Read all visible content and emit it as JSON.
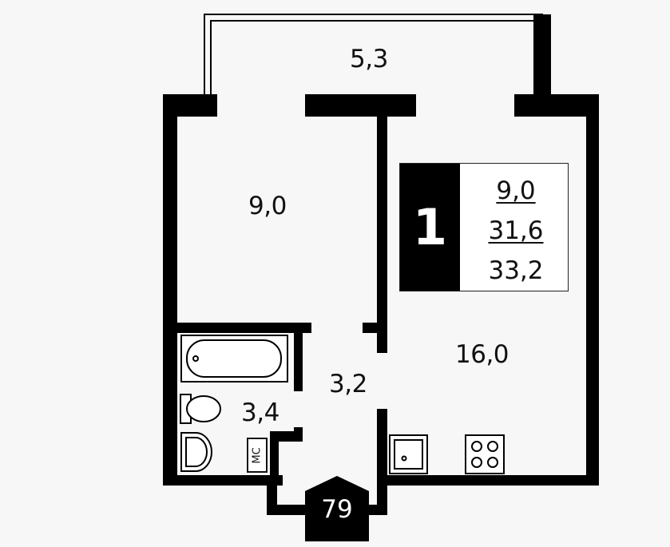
{
  "rooms": {
    "balcony": "5,3",
    "bedroom": "9,0",
    "living": "16,0",
    "hall": "3,2",
    "bathroom": "3,4"
  },
  "ms_label": "МС",
  "summary": {
    "room_count": "1",
    "living_area": "9,0",
    "total_area_no_balcony": "31,6",
    "total_area": "33,2"
  },
  "unit_number": "79"
}
